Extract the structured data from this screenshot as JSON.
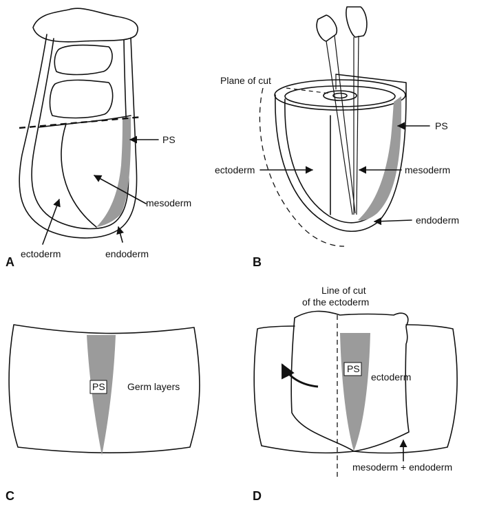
{
  "panels": {
    "A": {
      "letter": "A",
      "labels": {
        "ps": "PS",
        "mesoderm": "mesoderm",
        "ectoderm": "ectoderm",
        "endoderm": "endoderm"
      }
    },
    "B": {
      "letter": "B",
      "labels": {
        "plane_of_cut": "Plane of cut",
        "ps": "PS",
        "ectoderm": "ectoderm",
        "mesoderm": "mesoderm",
        "endoderm": "endoderm"
      }
    },
    "C": {
      "letter": "C",
      "labels": {
        "ps": "PS",
        "germ_layers": "Germ layers"
      }
    },
    "D": {
      "letter": "D",
      "labels": {
        "line_of_cut_1": "Line of cut",
        "line_of_cut_2": "of the ectoderm",
        "ps": "PS",
        "ectoderm": "ectoderm",
        "mesoderm_endoderm": "mesoderm + endoderm"
      }
    }
  },
  "colors": {
    "primitive_streak": "#9b9b9b",
    "line": "#111111"
  }
}
